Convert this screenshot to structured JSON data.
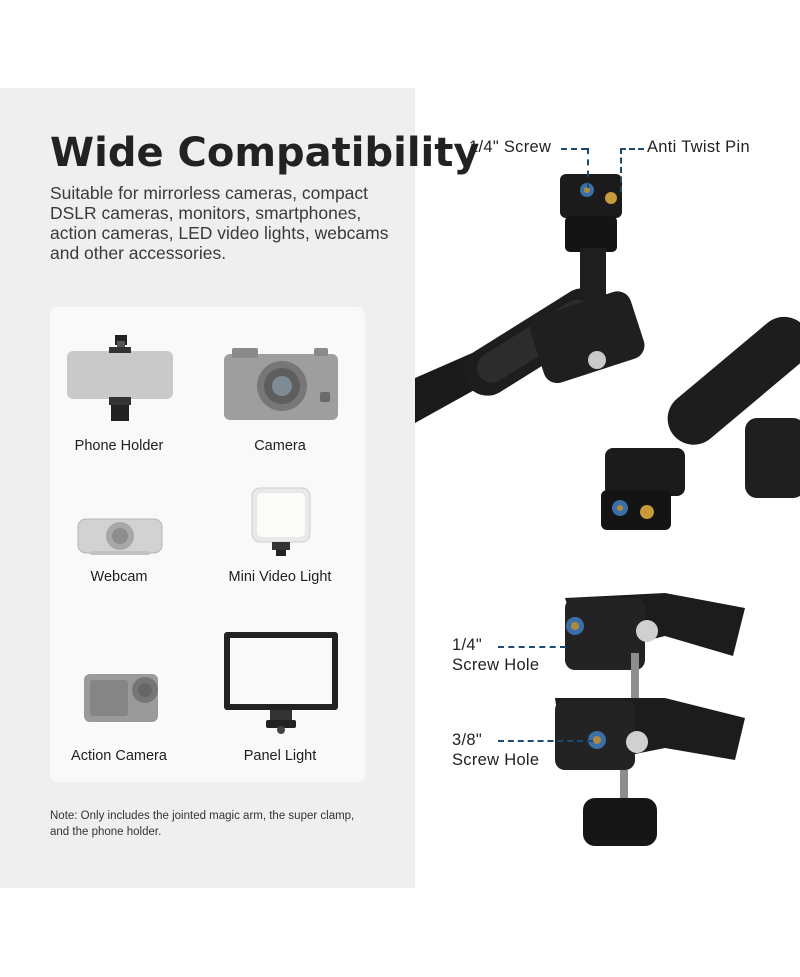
{
  "headline": "Wide Compatibility",
  "description": "Suitable for mirrorless cameras, compact DSLR cameras, monitors, smartphones, action cameras, LED video lights, webcams and other accessories.",
  "devices": [
    {
      "label": "Phone Holder",
      "icon": "phone-holder-icon"
    },
    {
      "label": "Camera",
      "icon": "camera-icon"
    },
    {
      "label": "Webcam",
      "icon": "webcam-icon"
    },
    {
      "label": "Mini Video Light",
      "icon": "mini-video-light-icon"
    },
    {
      "label": "Action Camera",
      "icon": "action-camera-icon"
    },
    {
      "label": "Panel Light",
      "icon": "panel-light-icon"
    }
  ],
  "note": "Note: Only includes the jointed magic arm, the super clamp, and the phone holder.",
  "callouts": {
    "screw": "1/4\" Screw",
    "pin": "Anti Twist Pin",
    "hole14_line1": "1/4\"",
    "hole14_line2": "Screw Hole",
    "hole38_line1": "3/8\"",
    "hole38_line2": "Screw Hole"
  },
  "colors": {
    "accent": "#1a4a72",
    "left_bg": "#efefef",
    "card_bg": "#f9f9f9"
  }
}
